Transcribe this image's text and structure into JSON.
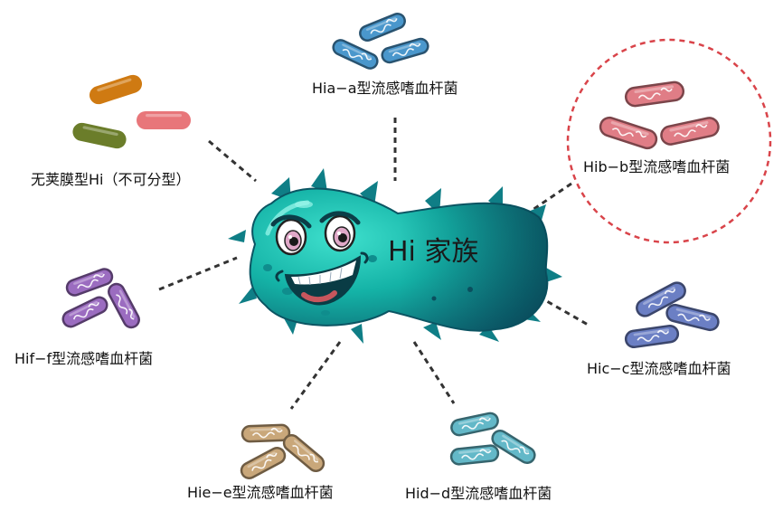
{
  "center": {
    "title": "Hi 家族"
  },
  "strains": {
    "a": {
      "label": "Hia−a型流感嗜血杆菌",
      "color": "#4a97cc"
    },
    "b": {
      "label": "Hib−b型流感嗜血杆菌",
      "color": "#e07d86",
      "highlighted": true
    },
    "c": {
      "label": "Hic−c型流感嗜血杆菌",
      "color": "#6b7fc4"
    },
    "d": {
      "label": "Hid−d型流感嗜血杆菌",
      "color": "#63b8c8"
    },
    "e": {
      "label": "Hie−e型流感嗜血杆菌",
      "color": "#c9a77a"
    },
    "f": {
      "label": "Hif−f型流感嗜血杆菌",
      "color": "#9b6cc0"
    },
    "nt": {
      "label": "无荚膜型Hi（不可分型）",
      "colors": [
        "#cf7a12",
        "#e8767a",
        "#6b7d2a"
      ]
    }
  },
  "highlight_color": "#d9444a"
}
